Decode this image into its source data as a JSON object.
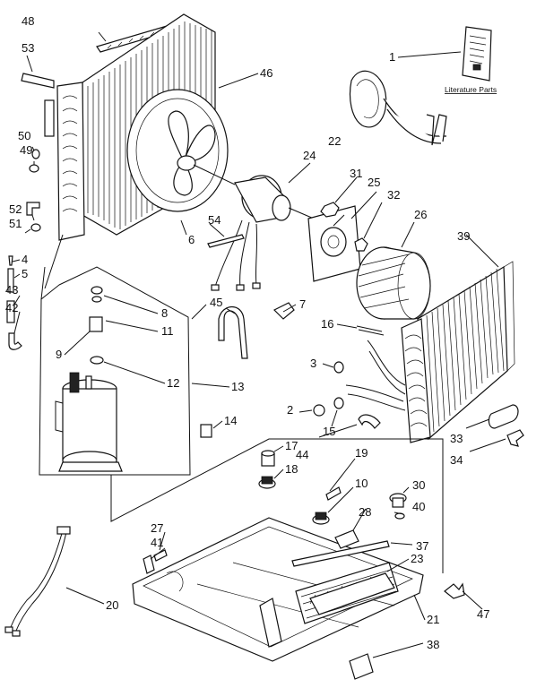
{
  "diagram": {
    "literature_caption": "Literature Parts",
    "labels": [
      {
        "id": "1",
        "text": "1"
      },
      {
        "id": "2",
        "text": "2"
      },
      {
        "id": "3",
        "text": "3"
      },
      {
        "id": "4",
        "text": "4"
      },
      {
        "id": "5",
        "text": "5"
      },
      {
        "id": "6",
        "text": "6"
      },
      {
        "id": "7",
        "text": "7"
      },
      {
        "id": "8",
        "text": "8"
      },
      {
        "id": "9",
        "text": "9"
      },
      {
        "id": "10",
        "text": "10"
      },
      {
        "id": "11",
        "text": "11"
      },
      {
        "id": "12",
        "text": "12"
      },
      {
        "id": "13",
        "text": "13"
      },
      {
        "id": "14",
        "text": "14"
      },
      {
        "id": "15",
        "text": "15"
      },
      {
        "id": "16",
        "text": "16"
      },
      {
        "id": "17",
        "text": "17"
      },
      {
        "id": "18",
        "text": "18"
      },
      {
        "id": "19",
        "text": "19"
      },
      {
        "id": "20",
        "text": "20"
      },
      {
        "id": "21",
        "text": "21"
      },
      {
        "id": "22",
        "text": "22"
      },
      {
        "id": "23",
        "text": "23"
      },
      {
        "id": "24",
        "text": "24"
      },
      {
        "id": "25",
        "text": "25"
      },
      {
        "id": "26",
        "text": "26"
      },
      {
        "id": "27",
        "text": "27"
      },
      {
        "id": "28",
        "text": "28"
      },
      {
        "id": "30",
        "text": "30"
      },
      {
        "id": "31",
        "text": "31"
      },
      {
        "id": "32",
        "text": "32"
      },
      {
        "id": "33",
        "text": "33"
      },
      {
        "id": "34",
        "text": "34"
      },
      {
        "id": "37",
        "text": "37"
      },
      {
        "id": "38",
        "text": "38"
      },
      {
        "id": "39",
        "text": "39"
      },
      {
        "id": "40",
        "text": "40"
      },
      {
        "id": "41",
        "text": "41"
      },
      {
        "id": "42",
        "text": "42"
      },
      {
        "id": "43",
        "text": "43"
      },
      {
        "id": "44",
        "text": "44"
      },
      {
        "id": "45",
        "text": "45"
      },
      {
        "id": "46",
        "text": "46"
      },
      {
        "id": "47",
        "text": "47"
      },
      {
        "id": "48",
        "text": "48"
      },
      {
        "id": "49",
        "text": "49"
      },
      {
        "id": "50",
        "text": "50"
      },
      {
        "id": "51",
        "text": "51"
      },
      {
        "id": "52",
        "text": "52"
      },
      {
        "id": "53",
        "text": "53"
      },
      {
        "id": "54",
        "text": "54"
      }
    ]
  }
}
